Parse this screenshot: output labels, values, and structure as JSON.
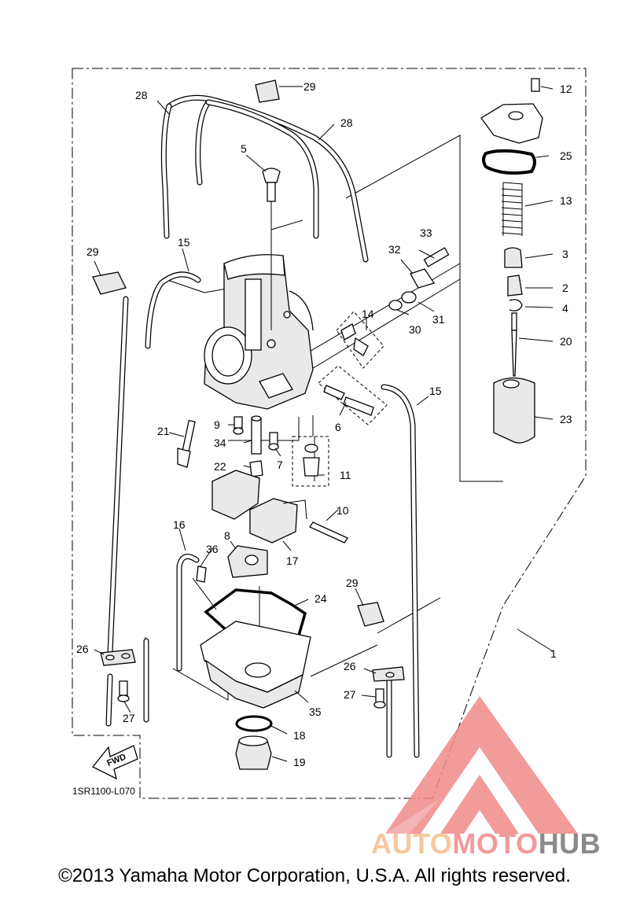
{
  "diagram": {
    "code": "1SR1100-L070",
    "fwd_label": "FWD",
    "labels": {
      "p1": "1",
      "p2": "2",
      "p3": "3",
      "p4": "4",
      "p5": "5",
      "p6": "6",
      "p7": "7",
      "p8": "8",
      "p9": "9",
      "p10": "10",
      "p11": "11",
      "p12": "12",
      "p13": "13",
      "p14": "14",
      "p15a": "15",
      "p15b": "15",
      "p16": "16",
      "p17": "17",
      "p18": "18",
      "p19": "19",
      "p20": "20",
      "p21": "21",
      "p22": "22",
      "p23": "23",
      "p24": "24",
      "p25": "25",
      "p26a": "26",
      "p26b": "26",
      "p27a": "27",
      "p27b": "27",
      "p28a": "28",
      "p28b": "28",
      "p29a": "29",
      "p29b": "29",
      "p29c": "29",
      "p30": "30",
      "p31": "31",
      "p32": "32",
      "p33": "33",
      "p34": "34",
      "p35": "35",
      "p36": "36"
    }
  },
  "watermark": {
    "text_a": "AUTO",
    "text_b": "MOTO",
    "text_c": "HUB",
    "colors": {
      "auto": "#f6c89d",
      "moto": "#f29a9a",
      "hub": "#8a8a8a",
      "logo": "#f08a8a"
    }
  },
  "copyright": "©2013 Yamaha Motor Corporation, U.S.A. All rights reserved."
}
